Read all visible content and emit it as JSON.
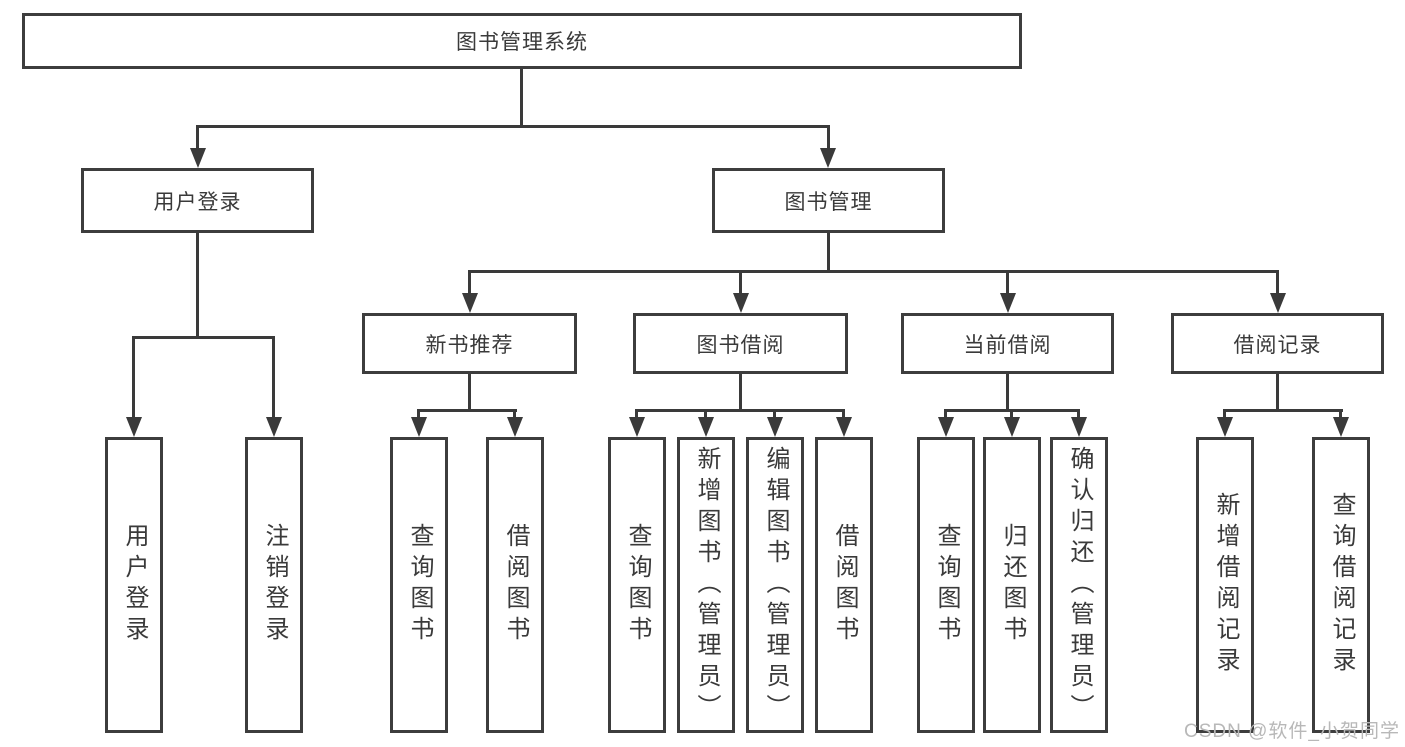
{
  "diagram": {
    "root": "图书管理系统",
    "user_login": {
      "label": "用户登录",
      "children": {
        "login": "用户登录",
        "logout": "注销登录"
      }
    },
    "book_mgmt": {
      "label": "图书管理",
      "new_book_rec": {
        "label": "新书推荐",
        "children": {
          "query_books": "查询图书",
          "borrow_books": "借阅图书"
        }
      },
      "book_borrow": {
        "label": "图书借阅",
        "children": {
          "query_books": "查询图书",
          "add_books_admin": "新增图书（管理员）",
          "edit_books_admin": "编辑图书（管理员）",
          "borrow_books": "借阅图书"
        }
      },
      "current_borrow": {
        "label": "当前借阅",
        "children": {
          "query_books": "查询图书",
          "return_books": "归还图书",
          "confirm_return_admin": "确认归还（管理员）"
        }
      },
      "borrow_records": {
        "label": "借阅记录",
        "children": {
          "add_record": "新增借阅记录",
          "query_record": "查询借阅记录"
        }
      }
    }
  },
  "colors": {
    "line": "#3a3a3a",
    "border": "#3d3d3d",
    "watermark": "#b8b8b8"
  },
  "watermark": "CSDN @软件_小贺同学"
}
